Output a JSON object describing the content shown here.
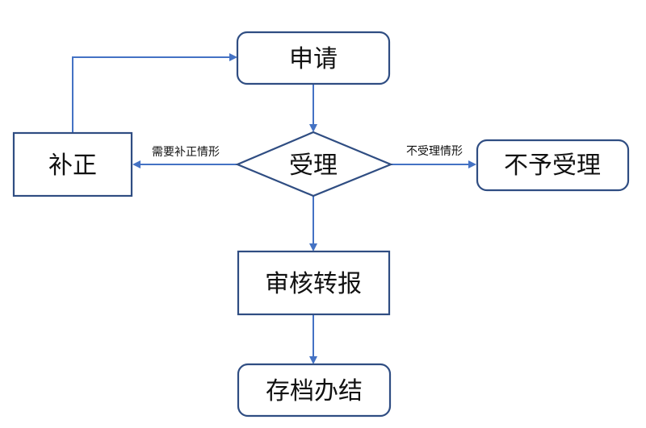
{
  "colors": {
    "stroke": "#2f4d82",
    "arrow": "#4472c4",
    "text": "#111111",
    "background": "#ffffff"
  },
  "nodes": {
    "apply": "申请",
    "accept": "受理",
    "supplement": "补正",
    "reject": "不予受理",
    "review": "审核转报",
    "archive": "存档办结"
  },
  "edges": {
    "to_supplement": "需要补正情形",
    "to_reject": "不受理情形"
  }
}
